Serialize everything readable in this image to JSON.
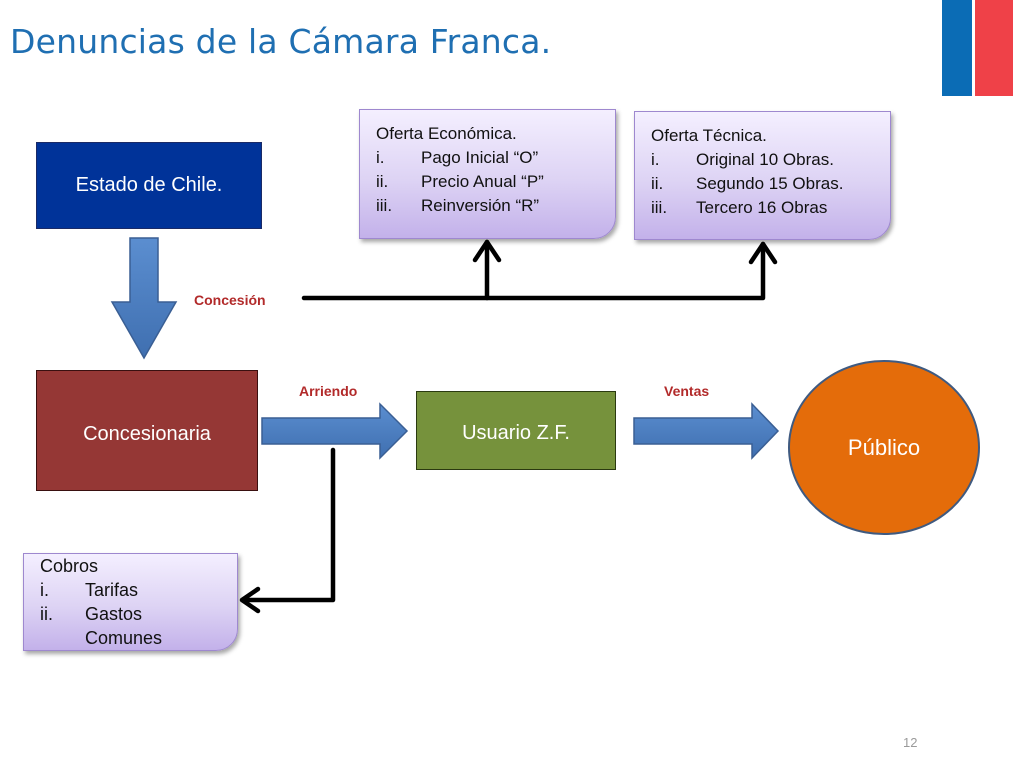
{
  "slide": {
    "title": "Denuncias de la Cámara Franca.",
    "page_number": "12"
  },
  "nodes": {
    "estado": "Estado de Chile.",
    "concesionaria": "Concesionaria",
    "usuario": "Usuario Z.F.",
    "publico": "Público"
  },
  "oferta_economica": {
    "heading": "Oferta Económica.",
    "items": [
      {
        "num": "i.",
        "text": "Pago Inicial “O”"
      },
      {
        "num": "ii.",
        "text": "Precio Anual “P”"
      },
      {
        "num": "iii.",
        "text": "Reinversión “R”"
      }
    ]
  },
  "oferta_tecnica": {
    "heading": "Oferta Técnica.",
    "items": [
      {
        "num": "i.",
        "text": "Original 10 Obras."
      },
      {
        "num": "ii.",
        "text": "Segundo 15 Obras."
      },
      {
        "num": "iii.",
        "text": "Tercero 16 Obras"
      }
    ]
  },
  "cobros": {
    "heading": "Cobros",
    "items": [
      {
        "num": "i.",
        "text": "Tarifas"
      },
      {
        "num": "ii.",
        "text": "Gastos"
      },
      {
        "num": "",
        "text": "Comunes"
      }
    ]
  },
  "edge_labels": {
    "concesion": "Concesión",
    "arriendo": "Arriendo",
    "ventas": "Ventas"
  },
  "colors": {
    "title": "#1f6fb2",
    "estado": "#003399",
    "concesionaria": "#953735",
    "usuario": "#76923c",
    "publico": "#e46c0a",
    "arrow_blue": "#4f81bd",
    "edge_label": "#b22a2a"
  }
}
